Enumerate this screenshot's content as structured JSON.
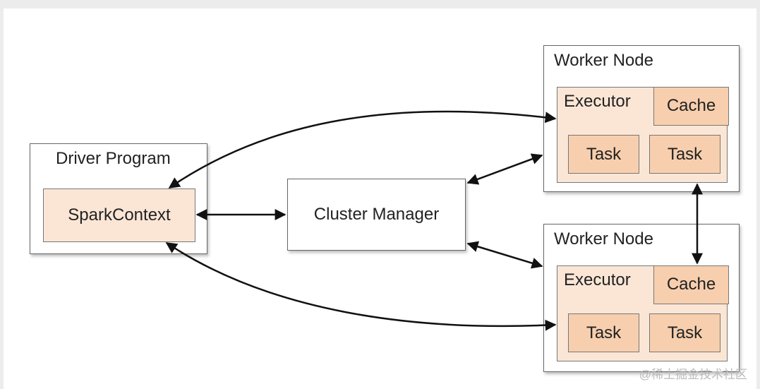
{
  "driver": {
    "title": "Driver Program",
    "context": "SparkContext"
  },
  "cluster_manager": {
    "label": "Cluster Manager"
  },
  "workers": [
    {
      "title": "Worker Node",
      "executor": "Executor",
      "cache": "Cache",
      "tasks": [
        "Task",
        "Task"
      ]
    },
    {
      "title": "Worker Node",
      "executor": "Executor",
      "cache": "Cache",
      "tasks": [
        "Task",
        "Task"
      ]
    }
  ],
  "watermark": "@稀土掘金技术社区",
  "colors": {
    "executor_fill": "#fbe6d6",
    "cell_fill": "#f7cfae",
    "border": "#666666",
    "arrow": "#111111"
  }
}
